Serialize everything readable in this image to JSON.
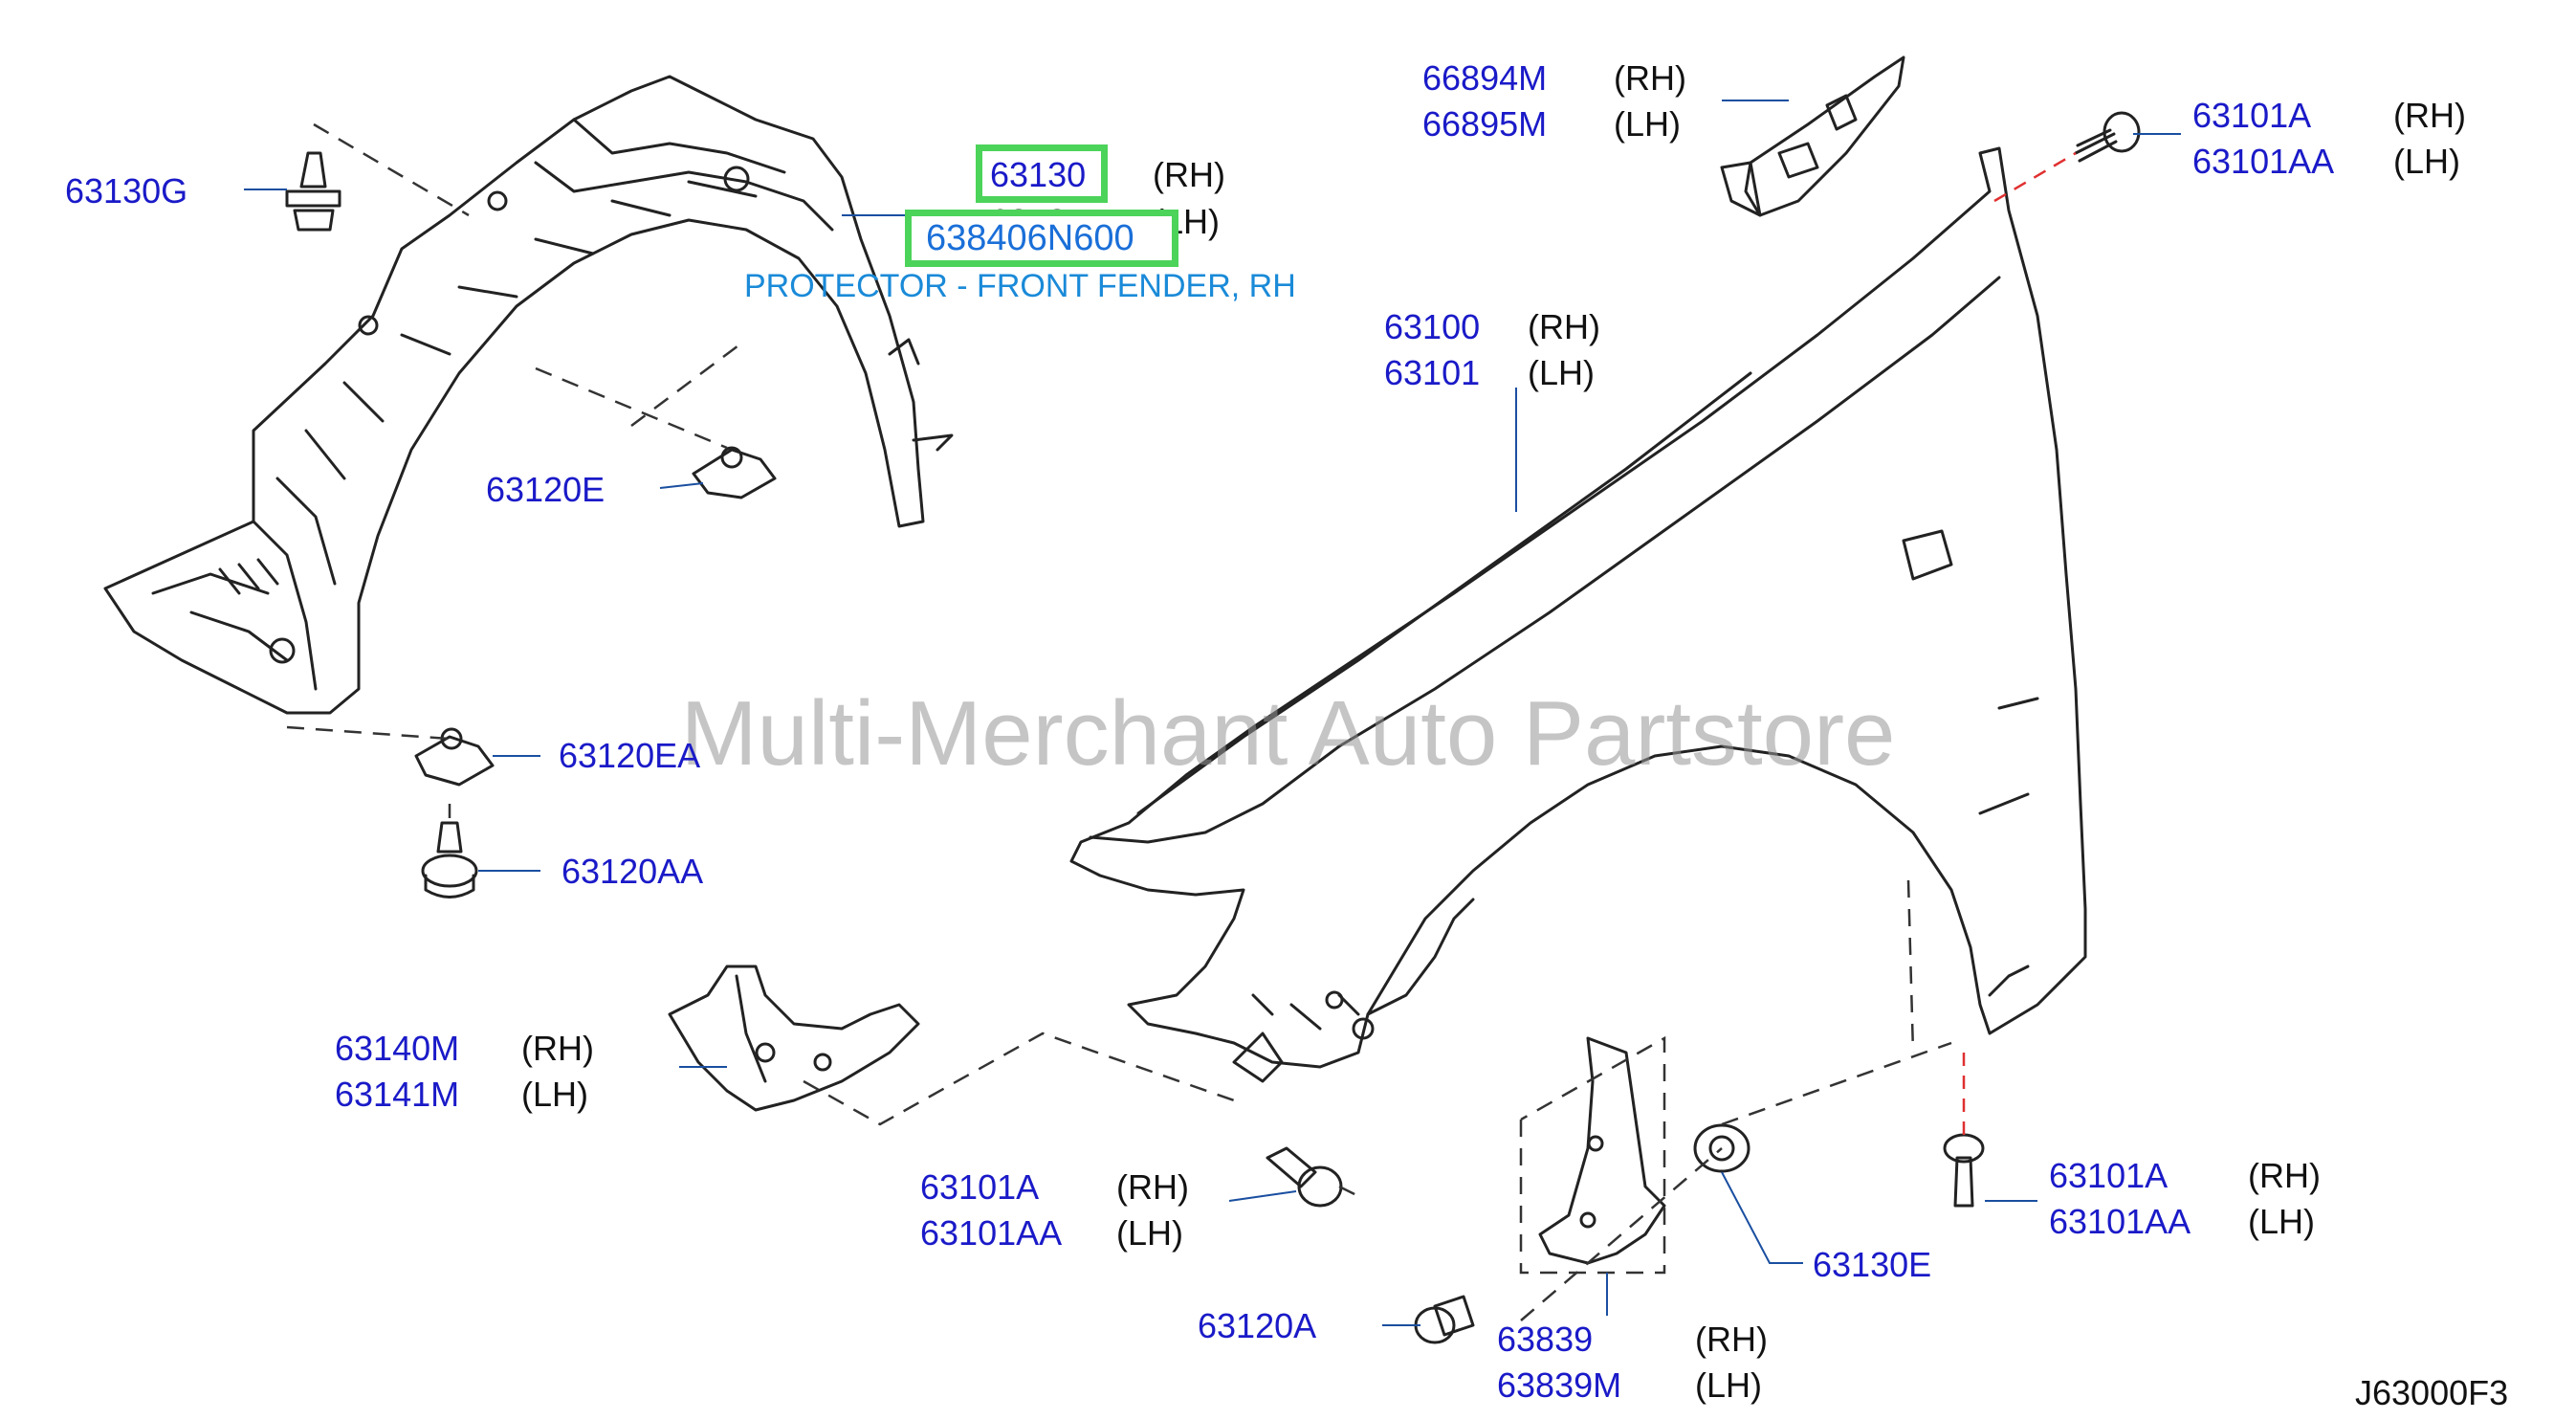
{
  "watermark": "Multi-Merchant Auto Partstore",
  "diagram_code": "J63000F3",
  "highlight": {
    "part_number": "638406N600",
    "description": "PROTECTOR - FRONT FENDER, RH"
  },
  "labels": {
    "p63130G": "63130G",
    "p63130": "63130",
    "p63131": "63131",
    "p63120E": "63120E",
    "p63120EA": "63120EA",
    "p63120AA": "63120AA",
    "p63140M": "63140M",
    "p63141M": "63141M",
    "p63101A_mid": "63101A",
    "p63101AA_mid": "63101AA",
    "p63120A": "63120A",
    "p63839": "63839",
    "p63839M": "63839M",
    "p63130E": "63130E",
    "p63101A_right": "63101A",
    "p63101AA_right": "63101AA",
    "p63100": "63100",
    "p63101": "63101",
    "p66894M": "66894M",
    "p66895M": "66895M",
    "p63101A_top": "63101A",
    "p63101AA_top": "63101AA"
  },
  "sides": {
    "rh": "(RH)",
    "lh": "(LH)"
  },
  "colors": {
    "label_blue": "#1a1ac8",
    "highlight_green": "#4cd35a",
    "link_blue": "#1a6fd8",
    "red_guide": "#e03030"
  }
}
